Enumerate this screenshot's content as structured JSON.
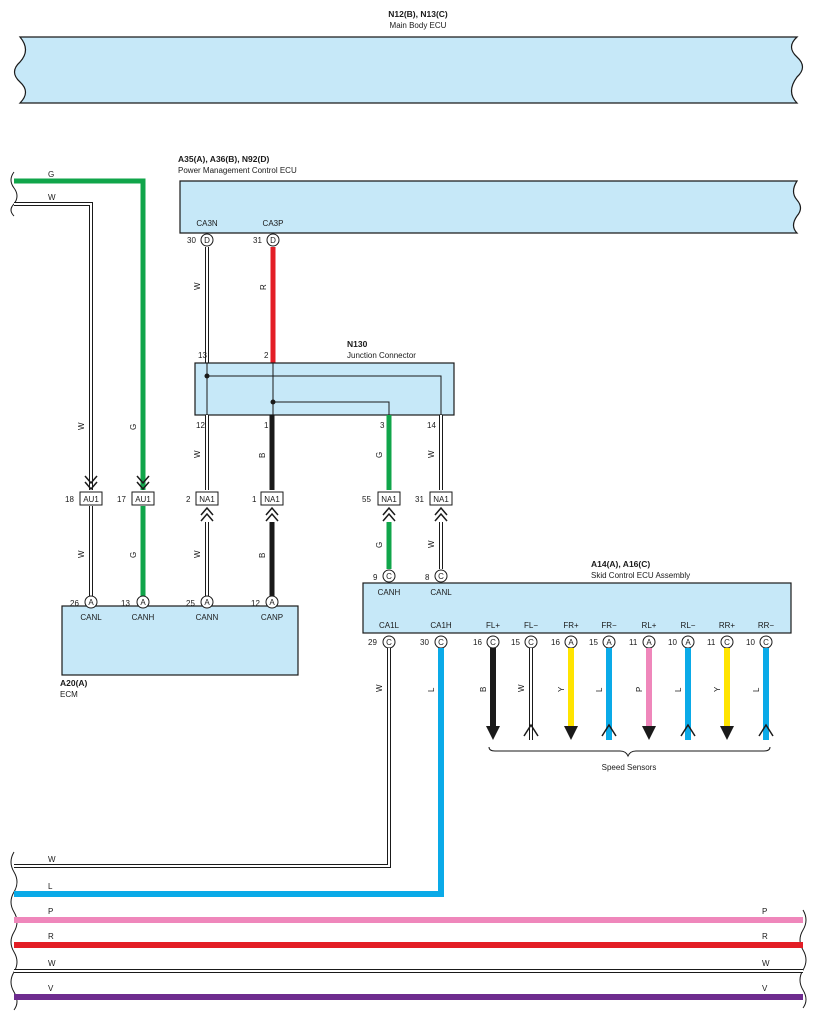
{
  "components": {
    "main_body_ecu": {
      "code": "N12(B), N13(C)",
      "name": "Main Body ECU"
    },
    "pm_ecu": {
      "code": "A35(A), A36(B), N92(D)",
      "name": "Power Management Control ECU"
    },
    "junction": {
      "code": "N130",
      "name": "Junction Connector"
    },
    "ecm": {
      "code": "A20(A)",
      "name": "ECM"
    },
    "skid": {
      "code": "A14(A), A16(C)",
      "name": "Skid Control ECU Assembly"
    }
  },
  "speed_sensors_label": "Speed Sensors",
  "pm_pins": [
    {
      "num": "30",
      "letter": "D",
      "label": "CA3N"
    },
    {
      "num": "31",
      "letter": "D",
      "label": "CA3P"
    }
  ],
  "jc_pins": {
    "p13": "13",
    "p2": "2",
    "p12": "12",
    "p1": "1",
    "p3": "3",
    "p14": "14"
  },
  "inline_connectors": [
    {
      "num": "18",
      "name": "AU1"
    },
    {
      "num": "17",
      "name": "AU1"
    },
    {
      "num": "2",
      "name": "NA1"
    },
    {
      "num": "1",
      "name": "NA1"
    },
    {
      "num": "55",
      "name": "NA1"
    },
    {
      "num": "31",
      "name": "NA1"
    }
  ],
  "ecm_pins": [
    {
      "num": "26",
      "letter": "A",
      "label": "CANL"
    },
    {
      "num": "13",
      "letter": "A",
      "label": "CANH"
    },
    {
      "num": "25",
      "letter": "A",
      "label": "CANN"
    },
    {
      "num": "12",
      "letter": "A",
      "label": "CANP"
    }
  ],
  "skid_top_pins": [
    {
      "num": "9",
      "letter": "C",
      "label": "CANH"
    },
    {
      "num": "8",
      "letter": "C",
      "label": "CANL"
    }
  ],
  "skid_bottom_pins": [
    {
      "num": "29",
      "letter": "C",
      "label": "CA1L"
    },
    {
      "num": "30",
      "letter": "C",
      "label": "CA1H"
    },
    {
      "num": "16",
      "letter": "C",
      "label": "FL+"
    },
    {
      "num": "15",
      "letter": "C",
      "label": "FL−"
    },
    {
      "num": "16",
      "letter": "A",
      "label": "FR+"
    },
    {
      "num": "15",
      "letter": "A",
      "label": "FR−"
    },
    {
      "num": "11",
      "letter": "A",
      "label": "RL+"
    },
    {
      "num": "10",
      "letter": "A",
      "label": "RL−"
    },
    {
      "num": "11",
      "letter": "C",
      "label": "RR+"
    },
    {
      "num": "10",
      "letter": "C",
      "label": "RR−"
    }
  ],
  "wire_colors": {
    "left_g": "G",
    "left_w": "W",
    "w_ecm_canl": "W",
    "g_ecm_canh": "G",
    "w_pm_ca3n": "W",
    "r_pm_ca3p": "R",
    "w_jc12_upper": "W",
    "b_jc1_upper": "B",
    "g_jc3_upper": "G",
    "w_jc14_upper": "W",
    "w_ecm_cann": "W",
    "b_ecm_canp": "B",
    "g_skid_canh": "G",
    "w_skid_canl": "W",
    "w_ca1l": "W",
    "l_ca1h": "L",
    "sensor_fl_plus": "B",
    "sensor_fl_minus": "W",
    "sensor_fr_plus": "Y",
    "sensor_fr_minus": "L",
    "sensor_rl_plus": "P",
    "sensor_rl_minus": "L",
    "sensor_rr_plus": "Y",
    "sensor_rr_minus": "L",
    "bottom_w1": "W",
    "bottom_l": "L",
    "bottom_p": "P",
    "bottom_r": "R",
    "bottom_w2": "W",
    "bottom_v": "V"
  },
  "colors": {
    "ecu_fill": "#c6e8f8",
    "green": "#10a54a",
    "red": "#e31e26",
    "black": "#1a1a1a",
    "blue": "#0aaae8",
    "yellow": "#ffe400",
    "pink": "#ef87bb",
    "purple": "#6e2c8f",
    "white_wire": "#ffffff"
  }
}
